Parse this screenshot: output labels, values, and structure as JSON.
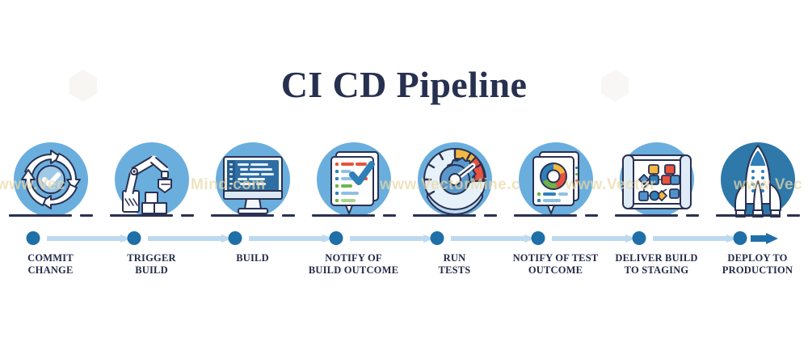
{
  "page": {
    "title": "CI CD Pipeline",
    "background": "#ffffff",
    "title_color": "#27304f"
  },
  "watermark": {
    "text_1": "www.Vec",
    "text_2": "Mind.com",
    "text_3": "www.VectorMine.c",
    "text_4": "www.Vector",
    "text_5": "www.Vec",
    "color": "#e9d9a8"
  },
  "theme": {
    "disc_blue": "#6aaede",
    "disc_deep_blue": "#2e78aa",
    "dot_blue": "#1f6fa8",
    "arrow_light": "#bdd9ef",
    "ink_navy": "#2a3152",
    "accent_red": "#e8523f",
    "accent_yellow": "#f4b841",
    "accent_green": "#6eb44a",
    "accent_blue": "#2f7fb8"
  },
  "steps": [
    {
      "index": 1,
      "icon": "commit-cycle-check-icon",
      "label_lines": [
        "COMMIT",
        "CHANGE"
      ],
      "disc_variant": "light"
    },
    {
      "index": 2,
      "icon": "robot-arm-boxes-icon",
      "label_lines": [
        "TRIGGER",
        "BUILD"
      ],
      "disc_variant": "light"
    },
    {
      "index": 3,
      "icon": "desktop-monitor-code-icon",
      "label_lines": [
        "BUILD"
      ],
      "disc_variant": "light"
    },
    {
      "index": 4,
      "icon": "notification-checklist-check-icon",
      "label_lines": [
        "NOTIFY OF",
        "BUILD OUTCOME"
      ],
      "disc_variant": "light"
    },
    {
      "index": 5,
      "icon": "speedometer-gauge-gear-icon",
      "label_lines": [
        "RUN",
        "TESTS"
      ],
      "disc_variant": "light"
    },
    {
      "index": 6,
      "icon": "notification-donut-chart-icon",
      "label_lines": [
        "NOTIFY OF TEST",
        "OUTCOME"
      ],
      "disc_variant": "light"
    },
    {
      "index": 7,
      "icon": "blueprint-flowchart-icon",
      "label_lines": [
        "DELIVER BUILD",
        "TO STAGING"
      ],
      "disc_variant": "light"
    },
    {
      "index": 8,
      "icon": "rocket-launch-icon",
      "label_lines": [
        "DEPLOY TO",
        "PRODUCTION"
      ],
      "disc_variant": "deep"
    }
  ],
  "timeline": {
    "dot_count": 8,
    "connector_count": 7,
    "final_arrow": true
  }
}
